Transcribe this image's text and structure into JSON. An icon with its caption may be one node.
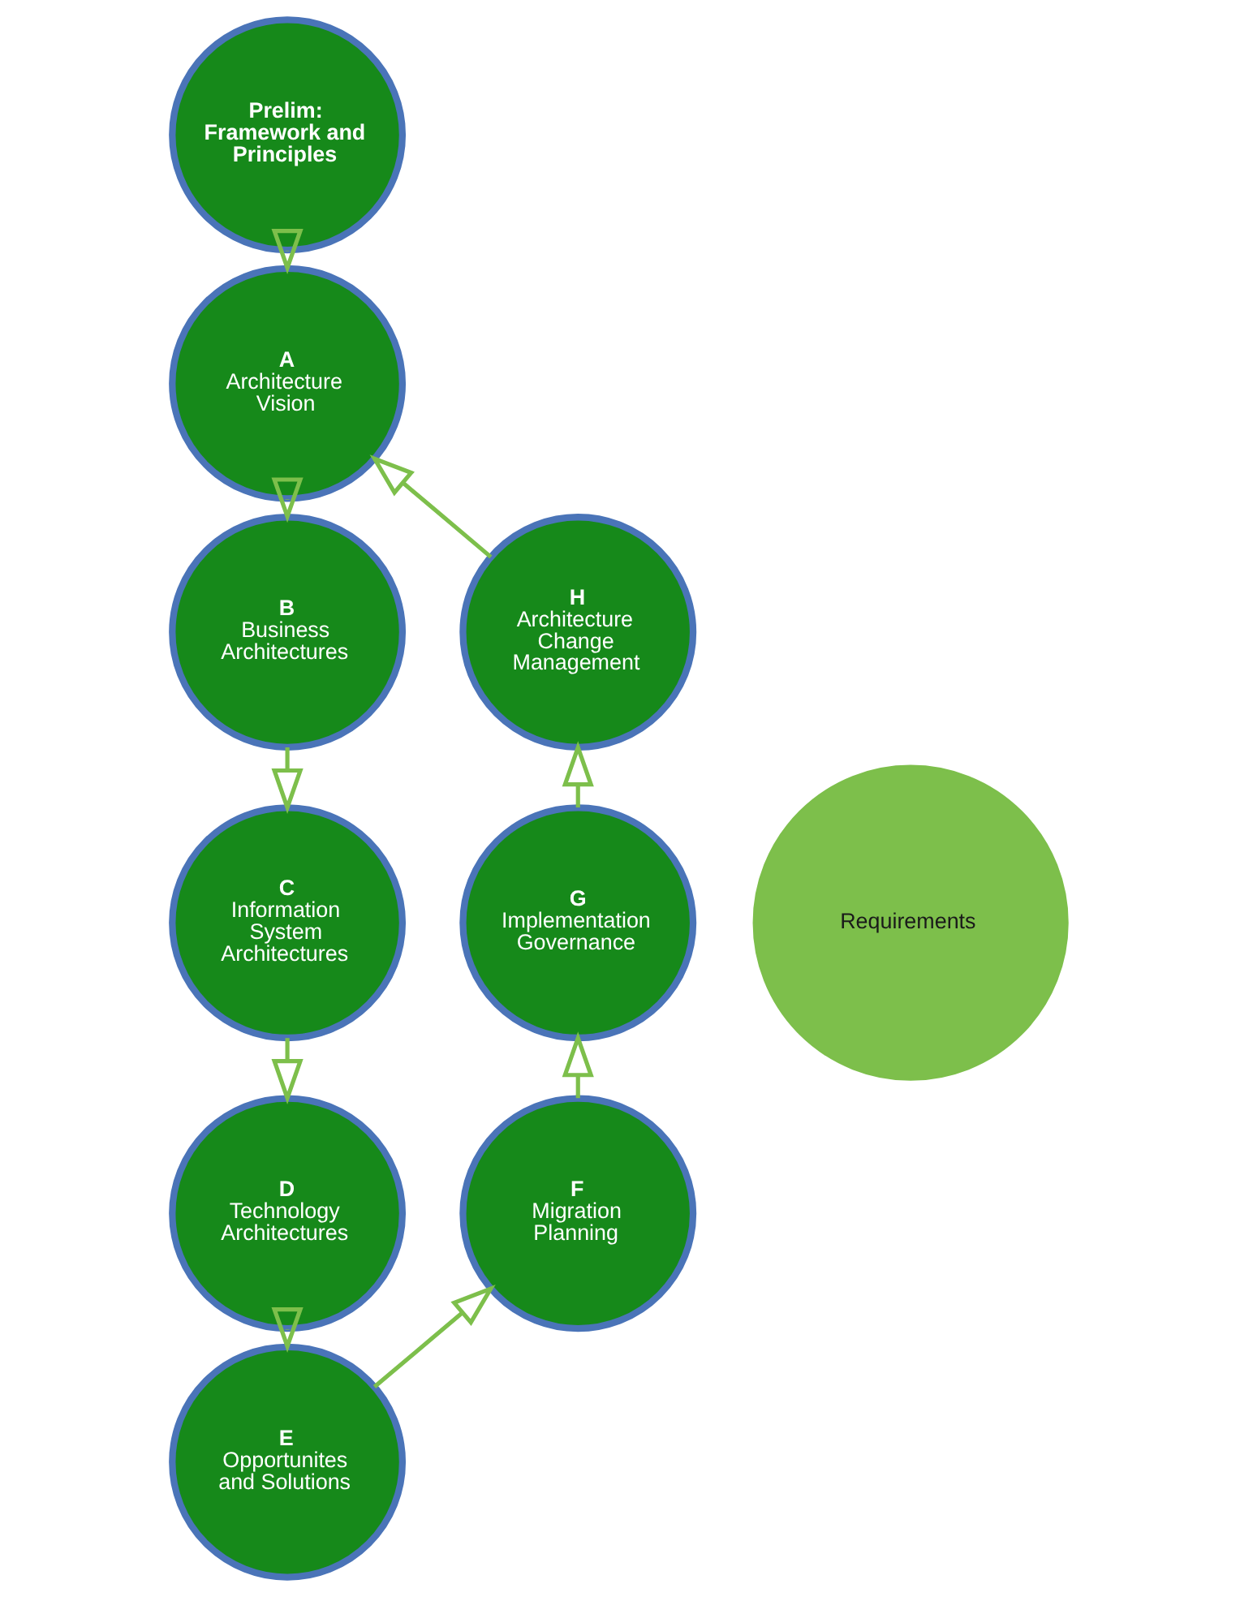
{
  "diagram": {
    "nodes": [
      {
        "text": [
          "Prelim: Framework and Principles"
        ]
      },
      {
        "text": [
          "A",
          "Architecture Vision"
        ]
      },
      {
        "text": [
          "B",
          "Business Architectures"
        ]
      },
      {
        "text": [
          "C",
          "Information System Architectures"
        ]
      },
      {
        "text": [
          "D",
          "Technology Architectures"
        ]
      },
      {
        "text": [
          "E",
          "Opportunites and Solutions"
        ]
      },
      {
        "text": [
          "F",
          "Migration Planning"
        ]
      },
      {
        "text": [
          "G",
          "Implementation Governance"
        ]
      },
      {
        "text": [
          "H",
          "Architecture Change Management"
        ]
      },
      {
        "text": [
          "Requirements"
        ]
      }
    ],
    "edges": [
      {
        "from": 0,
        "to": 1,
        "arrow": "to"
      },
      {
        "from": 1,
        "to": 2,
        "arrow": "to"
      },
      {
        "from": 2,
        "to": 3,
        "arrow": "to"
      },
      {
        "from": 3,
        "to": 4,
        "arrow": "to"
      },
      {
        "from": 4,
        "to": 5,
        "arrow": "to"
      },
      {
        "from": 5,
        "to": 6,
        "arrow": "to"
      },
      {
        "from": 6,
        "to": 7,
        "arrow": "to"
      },
      {
        "from": 7,
        "to": 8,
        "arrow": "to"
      },
      {
        "from": 8,
        "to": 1,
        "arrow": "to"
      }
    ]
  }
}
